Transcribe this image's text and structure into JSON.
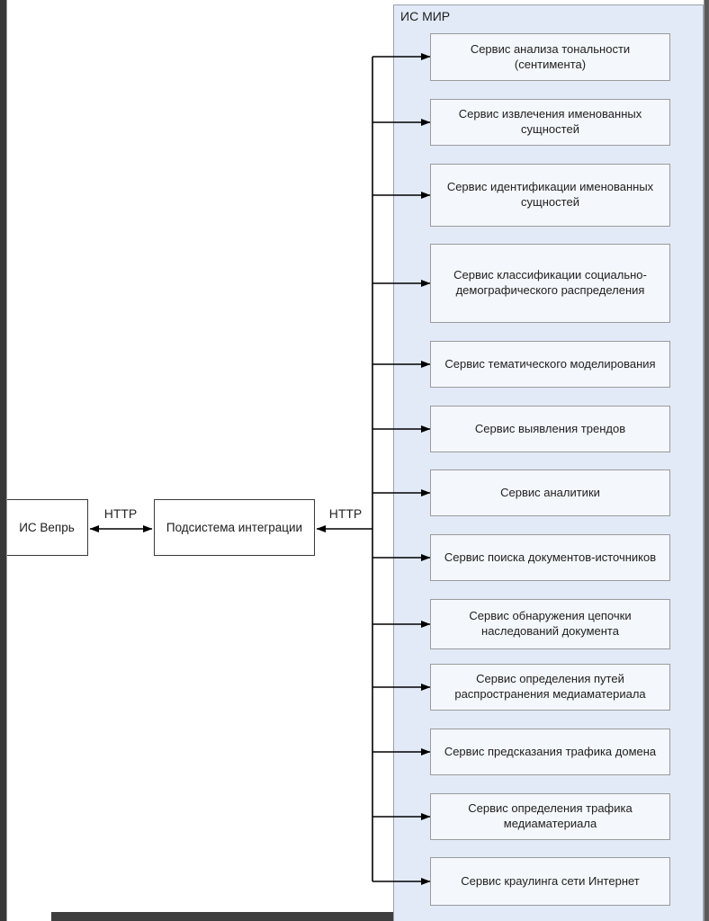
{
  "mir": {
    "title": "ИС МИР",
    "services": [
      "Сервис анализа тональности (сентимента)",
      "Сервис извлечения именованных сущностей",
      "Сервис идентификации именованных сущностей",
      "Сервис классификации социально-демографического распределения",
      "Сервис тематического моделирования",
      "Сервис выявления трендов",
      "Сервис аналитики",
      "Сервис поиска документов-источников",
      "Сервис обнаружения цепочки наследований документа",
      "Сервис определения путей распространения медиаматериала",
      "Сервис предсказания трафика домена",
      "Сервис определения трафика медиаматериала",
      "Сервис краулинга сети Интернет"
    ]
  },
  "nodes": {
    "vepr_label": "ИС Вепрь",
    "integration_label": "Подсистема интеграции"
  },
  "links": {
    "left_protocol": "HTTP",
    "right_protocol": "HTTP"
  },
  "colors": {
    "container_fill": "#e2eaf7",
    "service_fill": "#f4f7fb",
    "service_border": "#9b9b9b",
    "node_border": "#3a3a3a",
    "connector": "#000000",
    "edge_dark": "#383838"
  }
}
